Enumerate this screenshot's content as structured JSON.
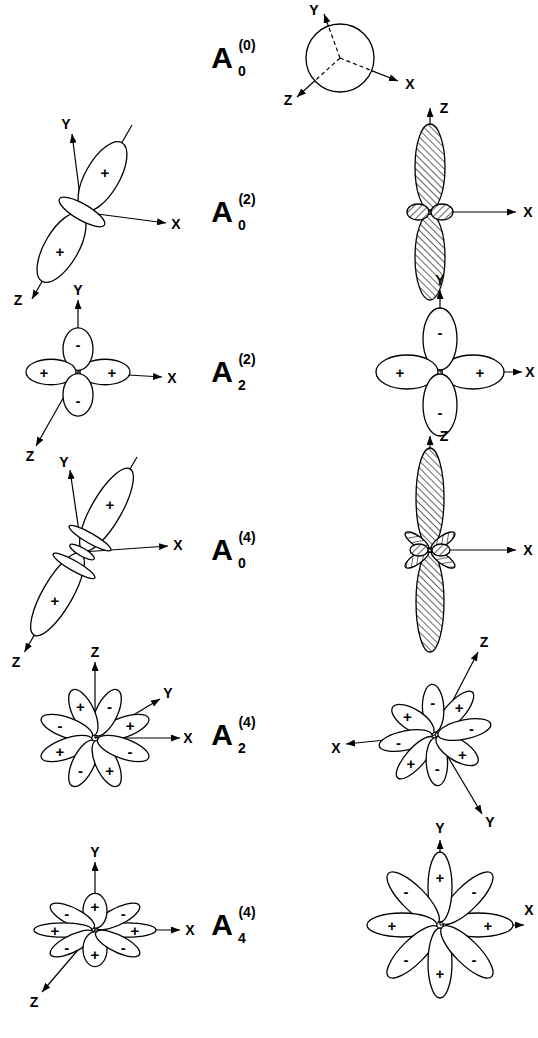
{
  "diagram": {
    "labels": [
      "A",
      "(0)",
      "0",
      "Y",
      "X",
      "Z",
      "A",
      "(2)",
      "0",
      "Y",
      "X",
      "Z",
      "+",
      "+",
      "Z",
      "X",
      "A",
      "(2)",
      "2",
      "Y",
      "X",
      "Z",
      "+",
      "-",
      "+",
      "-",
      "Y",
      "X",
      "-",
      "+",
      "+",
      "-",
      "A",
      "(4)",
      "0",
      "Y",
      "X",
      "Z",
      "+",
      "+",
      "Z",
      "X",
      "A",
      "(4)",
      "2",
      "Z",
      "X",
      "Y",
      "+",
      "-",
      "+",
      "-",
      "+",
      "-",
      "+",
      "-",
      "Z",
      "X",
      "Y",
      "+",
      "-",
      "+",
      "-",
      "+",
      "-",
      "+",
      "-",
      "A",
      "(4)",
      "4",
      "Y",
      "X",
      "Z",
      "+",
      "-",
      "+",
      "-",
      "+",
      "-",
      "+",
      "-",
      "Y",
      "X",
      "+",
      "-",
      "+",
      "-",
      "+",
      "-",
      "+",
      "-"
    ]
  }
}
